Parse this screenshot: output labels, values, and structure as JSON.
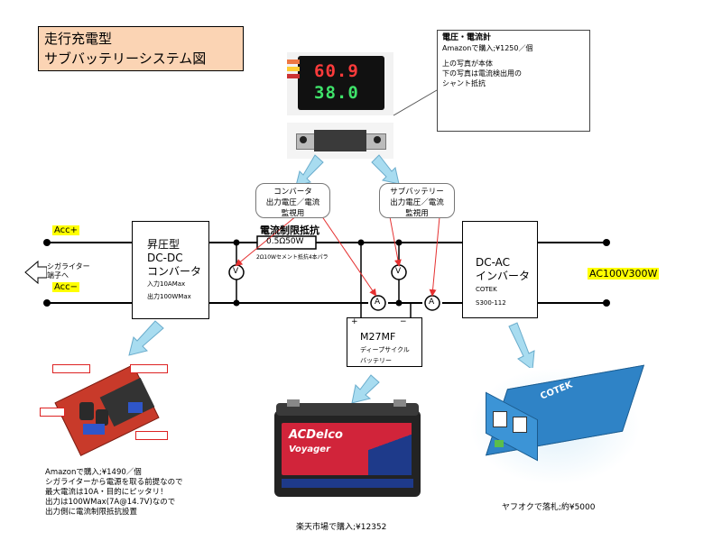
{
  "title": {
    "line1": "走行充電型",
    "line2": "サブバッテリーシステム図"
  },
  "meter_note": {
    "heading": "電圧・電流計",
    "price": "Amazonで購入;¥1250／個",
    "line3": "上の写真が本体",
    "line4": "下の写真は電流検出用の",
    "line5": "シャント抵抗"
  },
  "meter_display": {
    "top": "60.9",
    "bottom": "38.0"
  },
  "callout_converter": {
    "l1": "コンバータ",
    "l2": "出力電圧／電流",
    "l3": "監視用"
  },
  "callout_sub": {
    "l1": "サブバッテリー",
    "l2": "出力電圧／電流",
    "l3": "監視用"
  },
  "acc_plus": "Acc+",
  "acc_minus": "Acc−",
  "cigar": {
    "l1": "シガライター",
    "l2": "端子へ"
  },
  "converter_block": {
    "l1": "昇圧型",
    "l2": "DC-DC",
    "l3": "コンバータ",
    "l4": "入力10AMax",
    "l5": "出力100WMax"
  },
  "resistor_title": "電流制限抵抗",
  "resistor_value": "0.5Ω50W",
  "resistor_note": "2Ω10Wセメント抵抗4本パラ",
  "meter_v": "V",
  "meter_a": "A",
  "battery_block": {
    "plus": "+",
    "minus": "−",
    "l1": "M27MF",
    "l2": "ディープサイクル",
    "l3": "バッテリー"
  },
  "inverter_block": {
    "l1": "DC-AC",
    "l2": "インバータ",
    "l3": "COTEK",
    "l4": "S300-112"
  },
  "ac_label": "AC100V300W",
  "converter_note": {
    "l1": "Amazonで購入;¥1490／個",
    "l2": "シガライターから電源を取る前提なので",
    "l3": "最大電流は10A・目的にピッタリ！",
    "l4": "出力は100WMax(7A@14.7V)なので",
    "l5": "出力側に電流制限抵抗設置"
  },
  "battery_note": "楽天市場で購入;¥12352",
  "inverter_note": "ヤフオクで落札;約¥5000",
  "battery_brand": {
    "brand": "ACDelco",
    "model": "Voyager"
  },
  "inverter_brand": "COTEK",
  "colors": {
    "title_bg": "#fbd4b4",
    "highlight": "#ffff00",
    "arrow": "#a8dcf0",
    "red_line": "#e53030"
  }
}
